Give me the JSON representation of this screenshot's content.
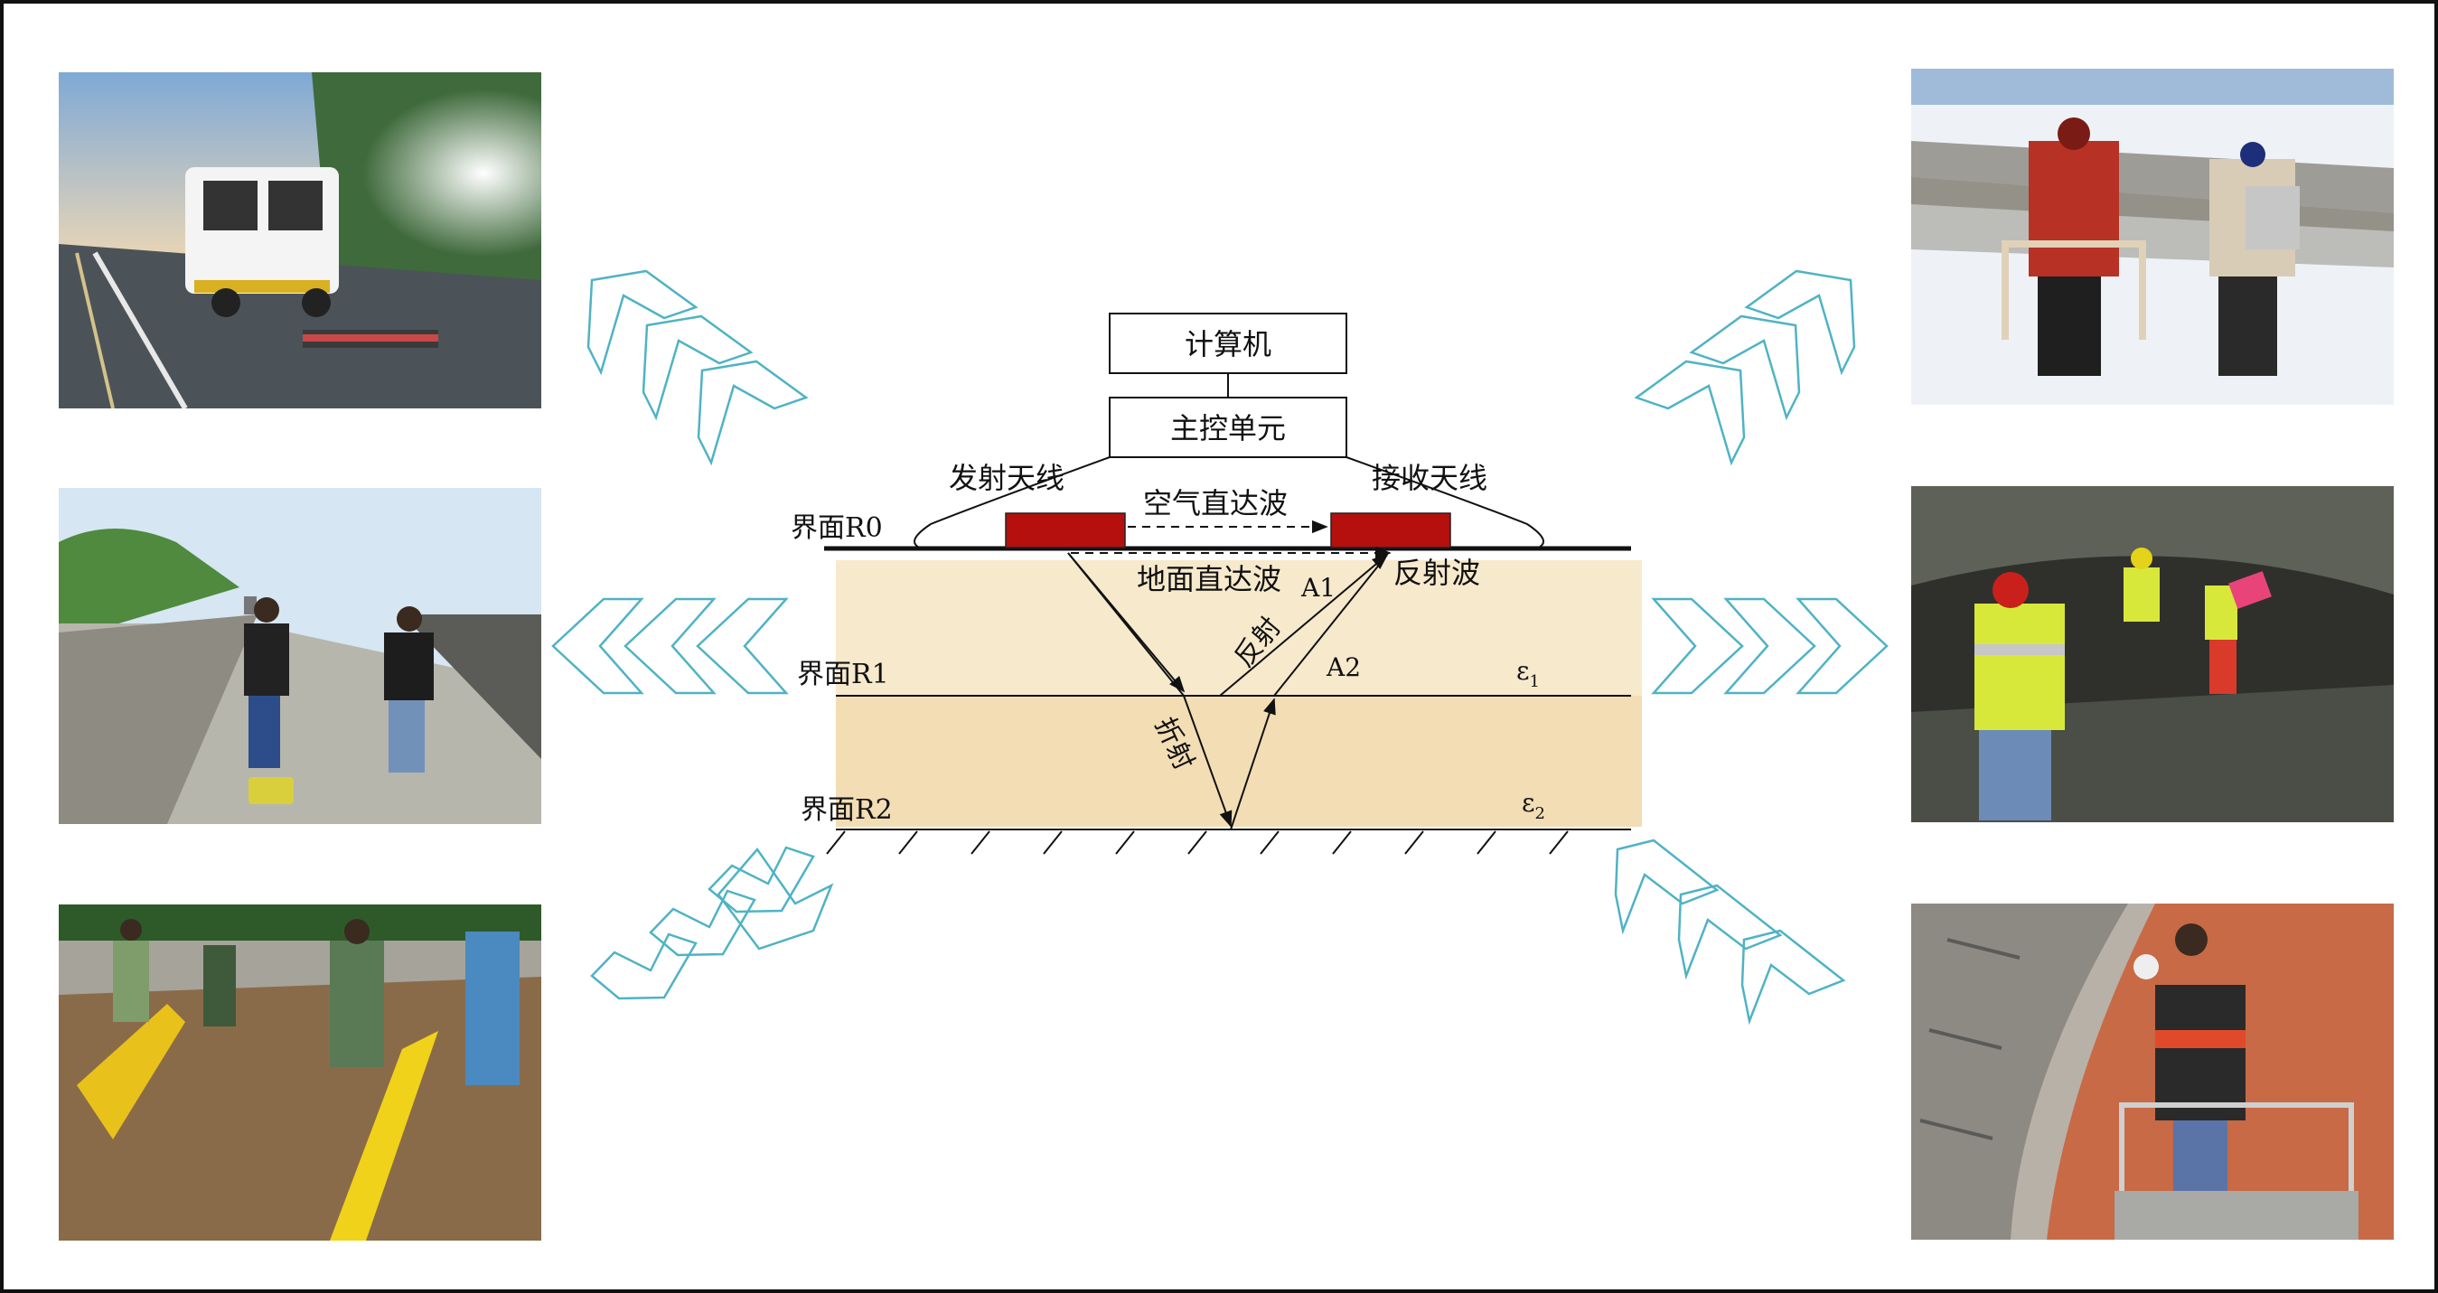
{
  "diagram": {
    "boxes": {
      "computer": "计算机",
      "control_unit": "主控单元"
    },
    "antennas": {
      "transmit": "发射天线",
      "receive": "接收天线"
    },
    "waves": {
      "air_direct": "空气直达波",
      "ground_direct": "地面直达波",
      "reflected": "反射波",
      "reflection": "反射",
      "refraction": "折射"
    },
    "points": {
      "a1": "A1",
      "a2": "A2"
    },
    "interfaces": {
      "r0": "界面R0",
      "r1": "界面R1",
      "r2": "界面R2"
    },
    "permittivity": {
      "e1": "ε",
      "e1_sub": "1",
      "e2": "ε",
      "e2_sub": "2"
    }
  },
  "colors": {
    "antenna": "#b5100e",
    "layer1": "#f7e9cc",
    "layer2": "#f2ddb5",
    "chevron": "#4fb3c4"
  },
  "photos": [
    {
      "name": "vehicle-road-survey-photo"
    },
    {
      "name": "snow-field-survey-photo"
    },
    {
      "name": "city-wall-survey-photo"
    },
    {
      "name": "tunnel-survey-photo"
    },
    {
      "name": "ground-excavation-survey-photo"
    },
    {
      "name": "bridge-arch-inspection-photo"
    }
  ]
}
